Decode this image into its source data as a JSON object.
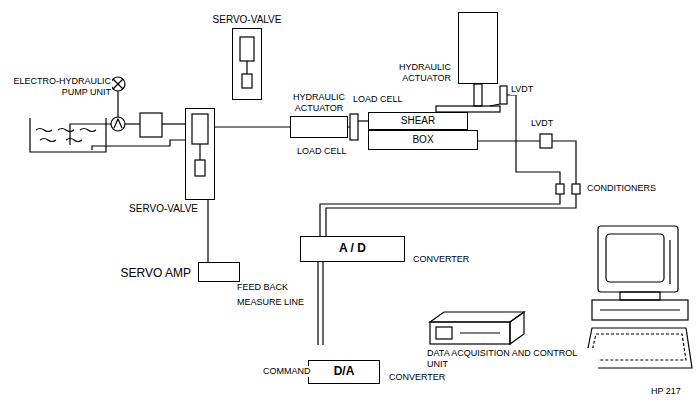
{
  "diagram": {
    "nodes": [
      {
        "text": [
          "SERVO-VALVE"
        ]
      },
      {
        "text": [
          "SERVO-VALVE"
        ]
      },
      {
        "text": [
          "SERVO AMP"
        ]
      },
      {
        "text": [
          "HYDRAULIC ACTUATOR"
        ]
      },
      {
        "text": [
          "SHEAR"
        ]
      },
      {
        "text": [
          "BOX"
        ]
      },
      {
        "text": [
          "HYDRAULIC ACTUATOR"
        ]
      },
      {
        "text": [
          "A / D"
        ]
      },
      {
        "text": [
          "D/A"
        ]
      }
    ],
    "edges": [
      {
        "from": 1,
        "to": 2,
        "arrow": "none"
      },
      {
        "from": 1,
        "to": 3,
        "arrow": "none"
      }
    ],
    "labels": [
      "ELECTRO-HYDRAULIC PUMP UNIT",
      "LOAD CELL",
      "LOAD CELL",
      "LVDT",
      "LVDT",
      "CONDITIONERS",
      "CONVERTER",
      "FEED BACK",
      "MEASURE LINE",
      "DATA ACQUISITION AND CONTROL UNIT",
      "COMMAND",
      "CONVERTER",
      "HP 217"
    ]
  }
}
